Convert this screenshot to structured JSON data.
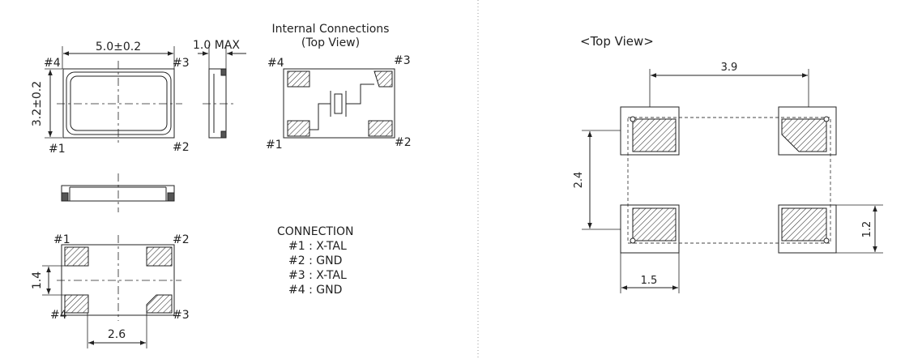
{
  "left": {
    "dim_length": "5.0±0.2",
    "dim_height_max": "1.0 MAX",
    "dim_width": "3.2±0.2",
    "pin1": "#1",
    "pin2": "#2",
    "pin3": "#3",
    "pin4": "#4",
    "internal_title_1": "Internal Connections",
    "internal_title_2": "(Top View)",
    "dim_pad_height": "1.4",
    "dim_pad_spacing": "2.6",
    "connection_title": "CONNECTION",
    "connections": [
      "#1 : X-TAL",
      "#2 : GND",
      "#3 : X-TAL",
      "#4 : GND"
    ]
  },
  "right": {
    "title": "<Top View>",
    "dim_horizontal_pitch": "3.9",
    "dim_vertical_pitch": "2.4",
    "dim_pad_width": "1.5",
    "dim_pad_height": "1.2"
  }
}
